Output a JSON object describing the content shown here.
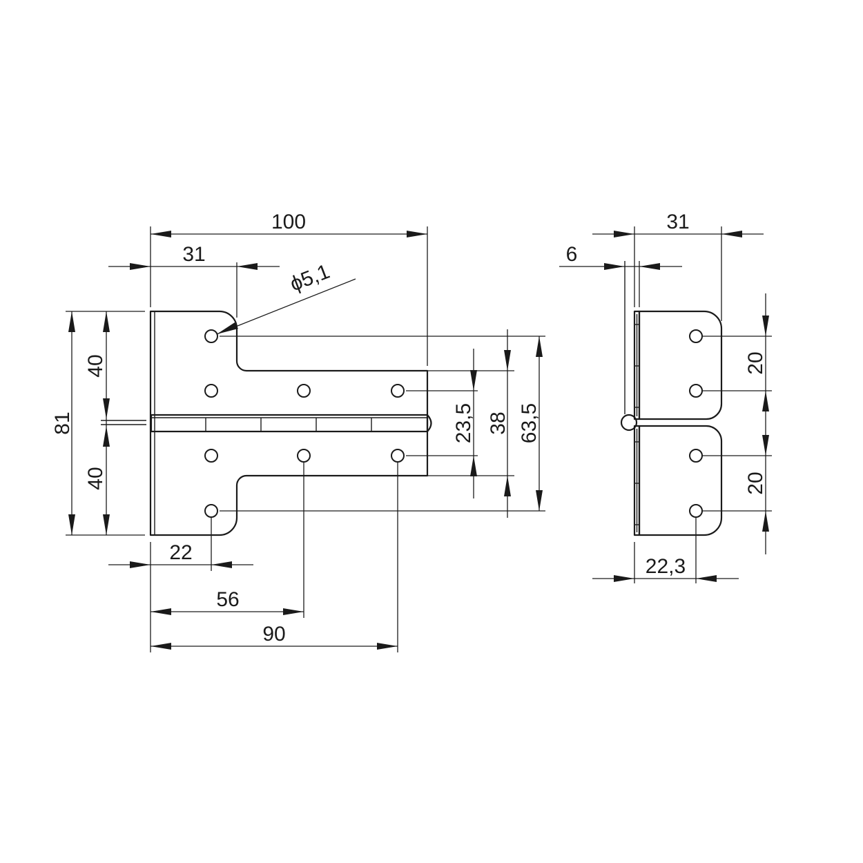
{
  "drawing": {
    "front_view": {
      "overall_width": "100",
      "first_hole_offset": "31",
      "hole_diameter": "ϕ5,1",
      "overall_height": "81",
      "upper_half": "40",
      "lower_half": "40",
      "hole_spacing_inner": "23,5",
      "tongue_height": "38",
      "hole_spacing_outer": "63,5",
      "hole_x_1": "22",
      "hole_x_2": "56",
      "hole_x_3": "90"
    },
    "side_view": {
      "overall_width": "31",
      "knuckle_width": "6",
      "upper_hole_spacing": "20",
      "lower_hole_spacing": "20",
      "hole_offset": "22,3"
    }
  }
}
